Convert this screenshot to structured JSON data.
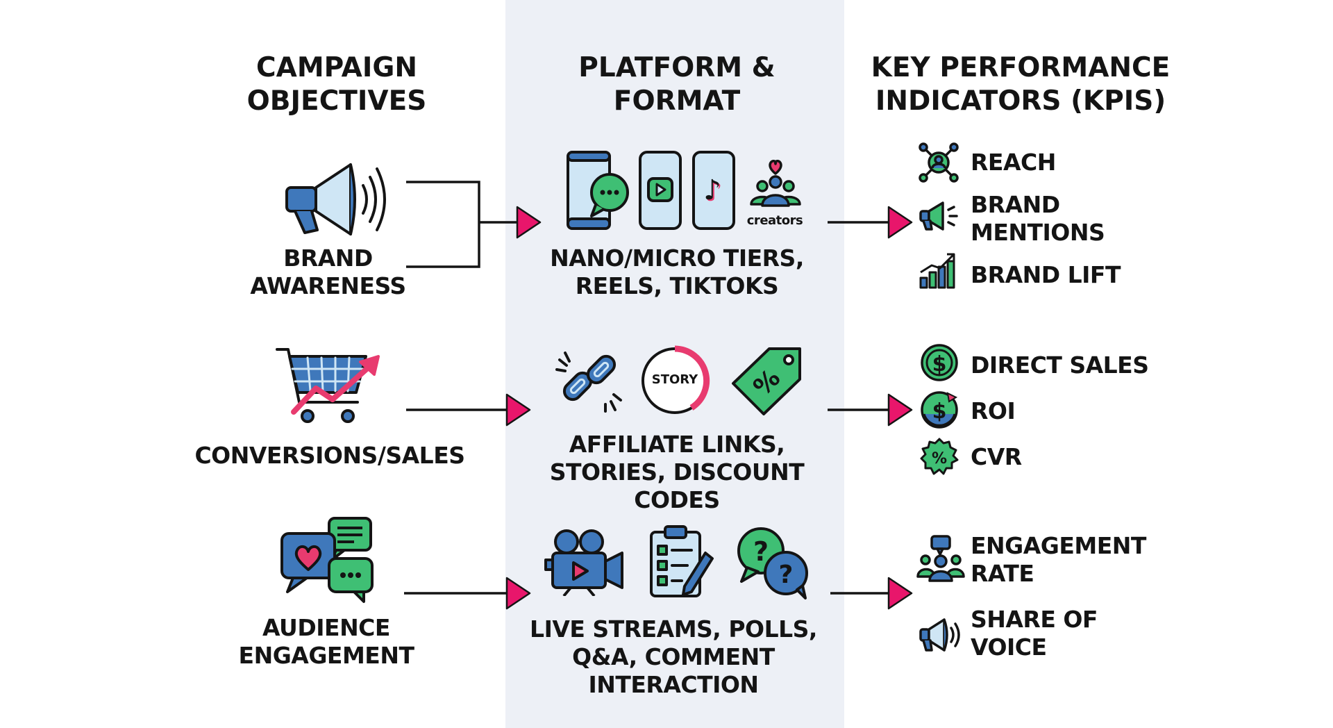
{
  "columns": {
    "objectives": "CAMPAIGN OBJECTIVES",
    "platform": "PLATFORM & FORMAT",
    "kpis": "KEY PERFORMANCE INDICATORS (KPIs)"
  },
  "rows": [
    {
      "objective": "BRAND AWARENESS",
      "formats": "NANO/MICRO TIERS, REELS, TIKTOKS",
      "creators_label": "creators",
      "kpis": [
        "REACH",
        "BRAND MENTIONS",
        "BRAND LIFT"
      ]
    },
    {
      "objective": "CONVERSIONS/SALES",
      "formats": "AFFILIATE LINKS, STORIES, DISCOUNT CODES",
      "story_label": "STORY",
      "kpis": [
        "DIRECT SALES",
        "ROI",
        "CVR"
      ]
    },
    {
      "objective": "AUDIENCE ENGAGEMENT",
      "formats": "LIVE STREAMS, POLLS, Q&A, COMMENT INTERACTION",
      "kpis": [
        "ENGAGEMENT RATE",
        "SHARE OF VOICE"
      ]
    }
  ],
  "colors": {
    "band": "#edf0f6",
    "arrow": "#e8166b",
    "blue": "#3f78bb",
    "green": "#3fbf74",
    "red": "#e83b6f",
    "outline": "#141414"
  },
  "icons": {
    "row1_objective": "megaphone-icon",
    "row1_formats": [
      "phone-chat-icon",
      "phone-reels-icon",
      "phone-tiktok-icon",
      "creators-icon"
    ],
    "row1_kpis": [
      "network-icon",
      "megaphone-small-icon",
      "bar-chart-icon"
    ],
    "row2_objective": "cart-growth-icon",
    "row2_formats": [
      "chain-link-icon",
      "story-ring-icon",
      "discount-tag-icon"
    ],
    "row2_kpis": [
      "dollar-coin-icon",
      "dollar-cycle-icon",
      "percent-badge-icon"
    ],
    "row3_objective": "chat-bubbles-icon",
    "row3_formats": [
      "video-camera-icon",
      "clipboard-poll-icon",
      "question-bubbles-icon"
    ],
    "row3_kpis": [
      "group-chat-icon",
      "megaphone-small-icon"
    ]
  }
}
